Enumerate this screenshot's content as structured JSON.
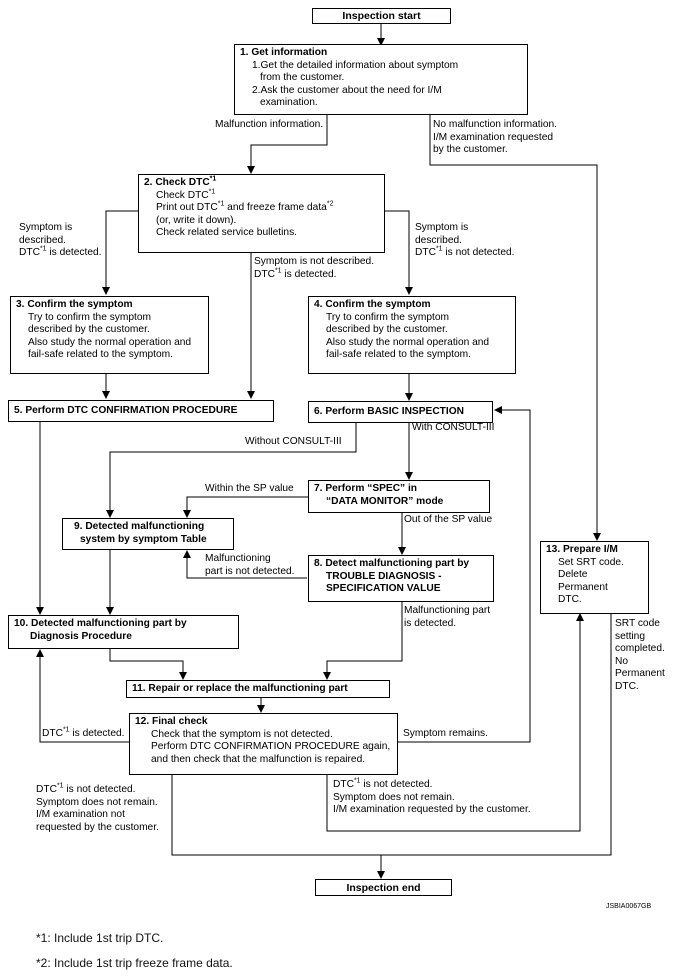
{
  "start": "Inspection start",
  "end": "Inspection end",
  "b1": {
    "title": "1. Get information",
    "l1": "1.Get the detailed information about symptom",
    "l2": "from the customer.",
    "l3": "2.Ask the customer about the need for I/M",
    "l4": "examination."
  },
  "b2": {
    "title": "2. Check DTC",
    "sup": "*1",
    "l1": "Check DTC",
    "l1sup": "*1",
    "l2a": "Print out DTC",
    "l2sup1": "*1",
    "l2b": " and freeze frame data",
    "l2sup2": "*2",
    "l3": "(or, write it down).",
    "l4": "Check related service bulletins."
  },
  "b3": {
    "title": "3. Confirm the symptom",
    "l1": "Try to confirm the symptom",
    "l2": "described by the customer.",
    "l3": "Also study the normal operation and",
    "l4": "fail-safe related to the symptom."
  },
  "b4": {
    "title": "4. Confirm the symptom",
    "l1": "Try to confirm the symptom",
    "l2": "described by the customer.",
    "l3": "Also study the normal operation and",
    "l4": "fail-safe related to the symptom."
  },
  "b5": "5. Perform DTC CONFIRMATION PROCEDURE",
  "b6": "6. Perform BASIC INSPECTION",
  "b7": {
    "l1": "7. Perform “SPEC” in",
    "l2": "“DATA MONITOR” mode"
  },
  "b8": {
    "l1": "8. Detect malfunctioning part by",
    "l2": "TROUBLE DIAGNOSIS -",
    "l3": "SPECIFICATION VALUE"
  },
  "b9": {
    "l1": "9. Detected malfunctioning",
    "l2": "system by symptom Table"
  },
  "b10": {
    "l1": "10. Detected malfunctioning part by",
    "l2": "Diagnosis Procedure"
  },
  "b11": "11. Repair or replace the malfunctioning part",
  "b12": {
    "title": "12. Final check",
    "l1": "Check that the symptom is not detected.",
    "l2": "Perform DTC CONFIRMATION PROCEDURE again,",
    "l3": "and then check that the malfunction is repaired."
  },
  "b13": {
    "title": "13. Prepare I/M",
    "l1": "Set SRT code.",
    "l2": "Delete",
    "l3": "Permanent",
    "l4": "DTC."
  },
  "labels": {
    "malf_info": "Malfunction information.",
    "no_malf": [
      "No malfunction information.",
      "I/M examination requested",
      "by the customer."
    ],
    "sym_desc_left": [
      "Symptom is",
      "described.",
      "DTC",
      "*1",
      " is detected."
    ],
    "sym_desc_right": [
      "Symptom is",
      "described.",
      "DTC",
      "*1",
      " is not detected."
    ],
    "sym_not_desc": [
      "Symptom is not described.",
      "DTC",
      "*1",
      " is detected."
    ],
    "without_consult": "Without CONSULT-III",
    "with_consult": "With CONSULT-III",
    "within_sp": "Within the SP value",
    "out_sp": "Out of the SP value",
    "malf_not_det": [
      "Malfunctioning",
      "part is not detected."
    ],
    "malf_det": [
      "Malfunctioning part",
      "is detected."
    ],
    "dtc_detected": [
      "DTC",
      "*1",
      " is detected."
    ],
    "sym_remains": "Symptom remains.",
    "srt": [
      "SRT code",
      "setting",
      "completed.",
      "No",
      "Permanent",
      "DTC."
    ],
    "end_left": [
      "DTC",
      "*1",
      " is not detected.",
      "Symptom does not remain.",
      "I/M examination not",
      "requested by the customer."
    ],
    "end_mid": [
      "DTC",
      "*1",
      " is not detected.",
      "Symptom does not remain.",
      "I/M examination requested by the customer."
    ]
  },
  "code": "JSBIA0067GB",
  "footnotes": [
    "*1: Include 1st trip DTC.",
    "*2: Include 1st trip freeze frame data."
  ]
}
